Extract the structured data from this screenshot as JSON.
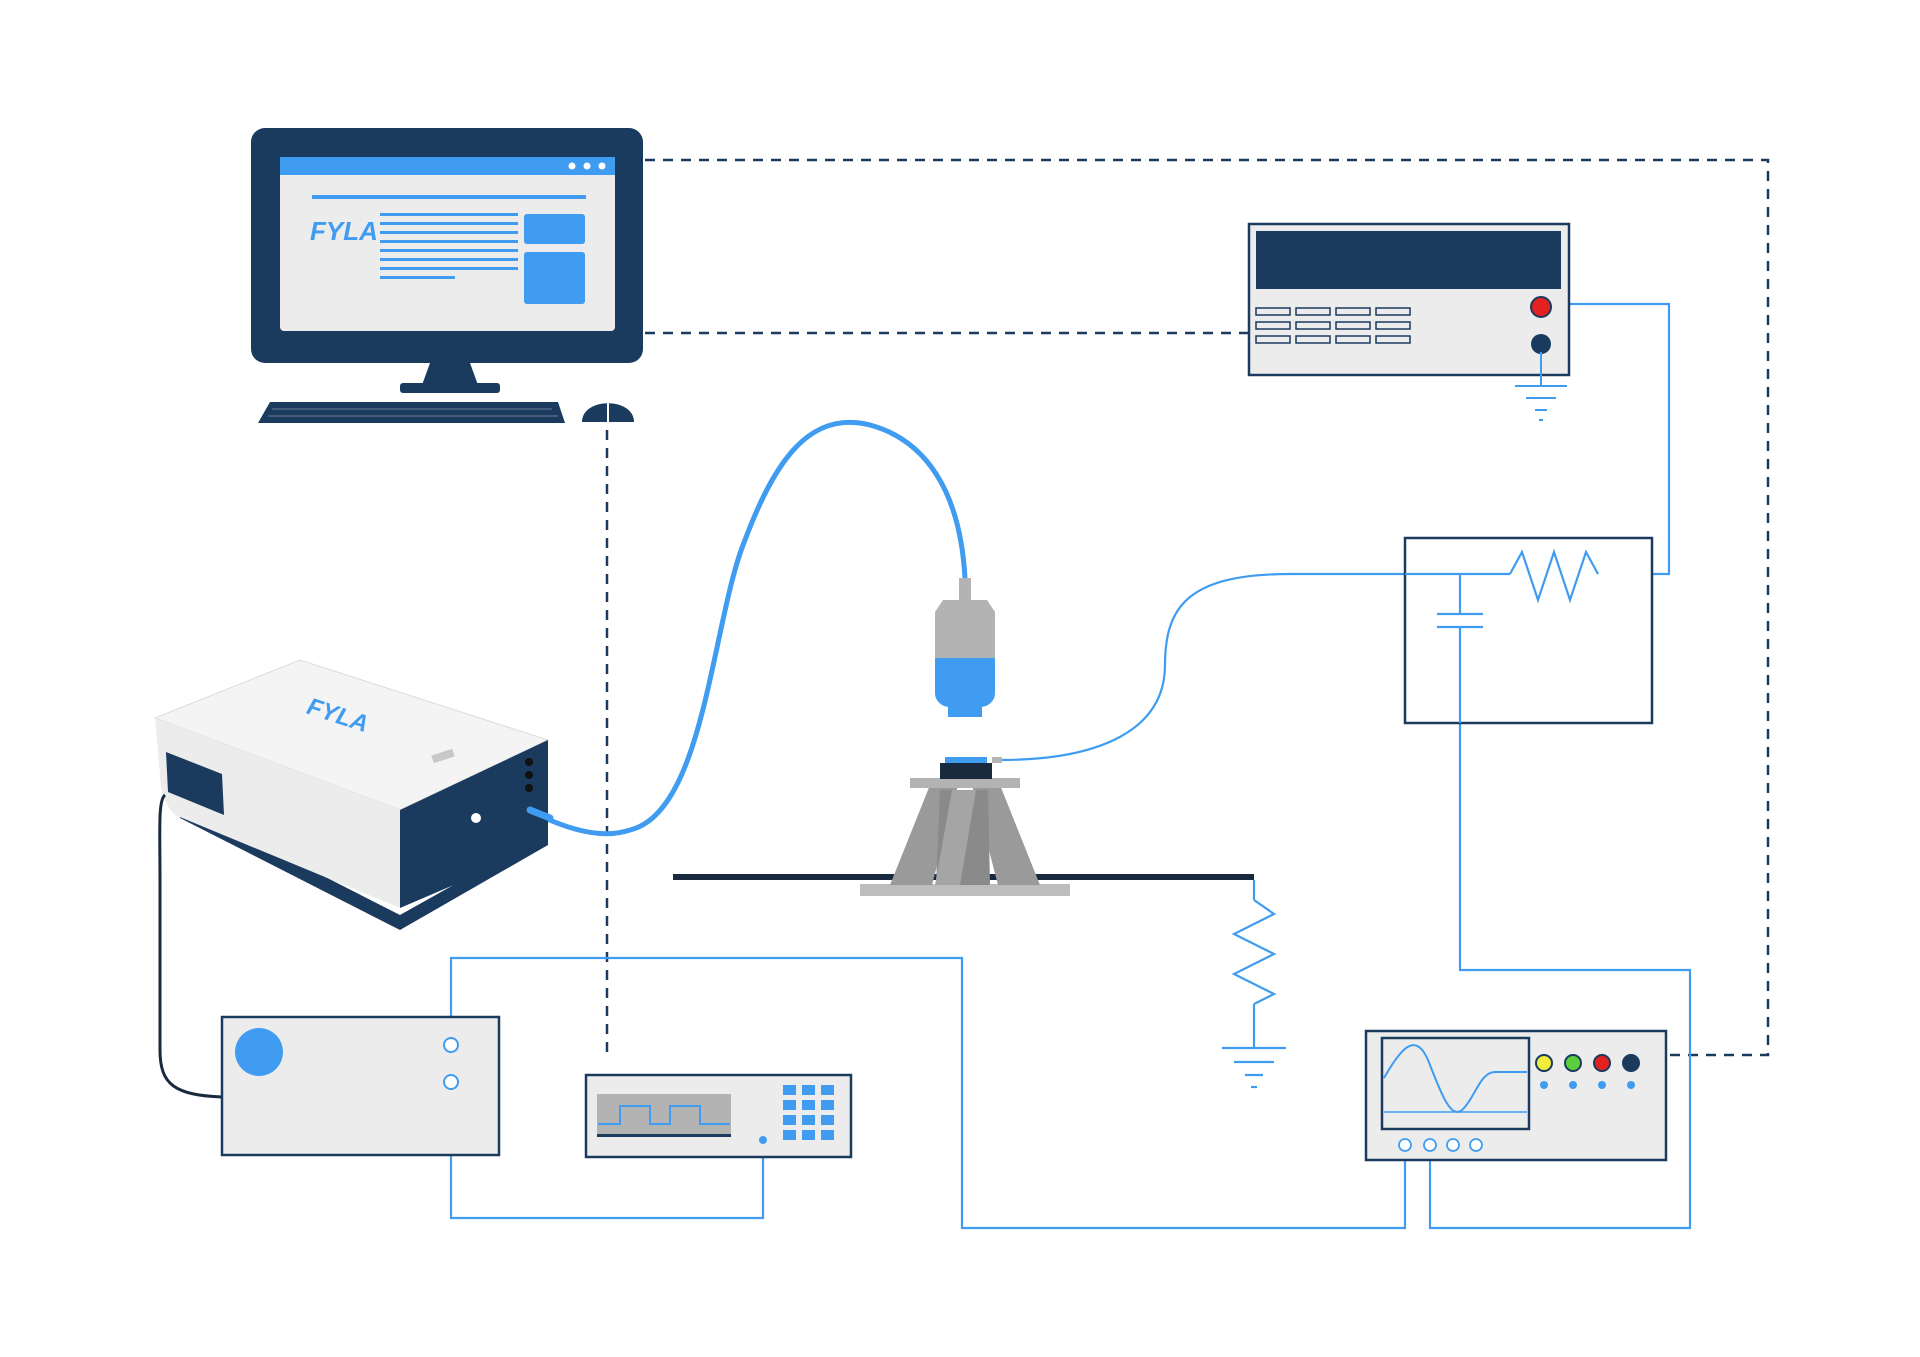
{
  "brand": {
    "logo_text": "FYLA",
    "colors": {
      "navy": "#1a3a5e",
      "accent_blue": "#3f9cf0",
      "light_gray": "#ececec",
      "mid_gray": "#b3b3b3",
      "dark_gray": "#9a9a9a",
      "red_terminal": "#e32121",
      "yellow_terminal": "#f2ec3c",
      "green_terminal": "#5ccf3c"
    }
  },
  "components": {
    "computer": {
      "icon": "desktop-computer-icon",
      "screen_logo": "FYLA"
    },
    "keyboard": {
      "icon": "keyboard-icon"
    },
    "mouse": {
      "icon": "mouse-icon"
    },
    "power_supply": {
      "icon": "dc-power-supply-icon"
    },
    "laser": {
      "icon": "fiber-laser-icon",
      "logo": "FYLA"
    },
    "optical_fiber": {
      "icon": "optical-fiber-icon"
    },
    "focusing_lens": {
      "icon": "objective-lens-icon"
    },
    "sample_stage": {
      "icon": "tripod-stage-icon"
    },
    "rc_circuit": {
      "icon": "rc-filter-icon"
    },
    "load_resistor": {
      "icon": "resistor-icon"
    },
    "controller_box": {
      "icon": "controller-box-icon"
    },
    "function_generator": {
      "icon": "function-generator-icon"
    },
    "oscilloscope": {
      "icon": "oscilloscope-icon"
    },
    "ground": {
      "icon": "ground-symbol-icon"
    }
  }
}
